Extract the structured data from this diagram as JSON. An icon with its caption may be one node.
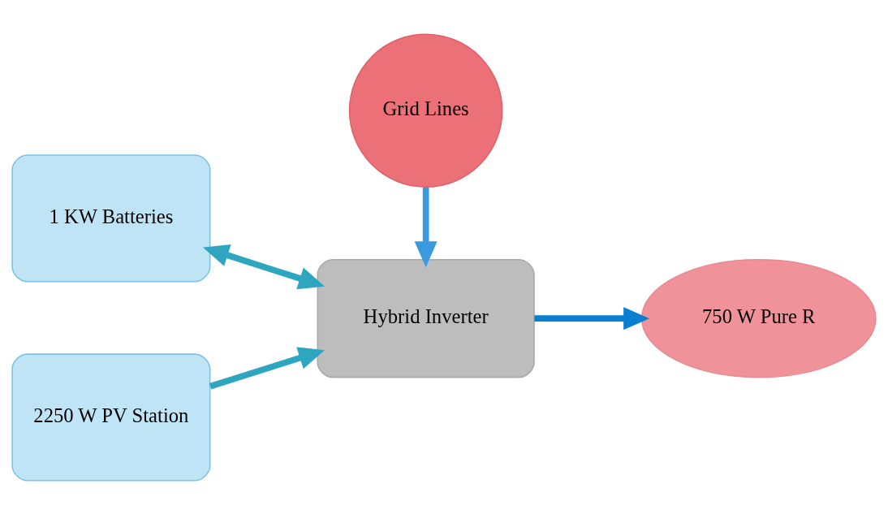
{
  "diagram": {
    "nodes": [
      {
        "text": [
          "1 KW Batteries"
        ]
      },
      {
        "text": [
          "2250 W PV Station"
        ]
      },
      {
        "text": [
          "Hybrid Inverter"
        ]
      },
      {
        "text": [
          "750 W Pure R"
        ]
      },
      {
        "text": [
          "Grid Lines"
        ]
      }
    ],
    "edges": [
      {
        "from": 0,
        "to": 2,
        "arrow": "both",
        "color": "#2ea6c0"
      },
      {
        "from": 1,
        "to": 2,
        "arrow": "to",
        "color": "#2ea6c0"
      },
      {
        "from": 2,
        "to": 3,
        "arrow": "to",
        "color": "#0a7fd0"
      },
      {
        "from": 4,
        "to": 2,
        "arrow": "to",
        "color": "#3a9ae0"
      }
    ]
  }
}
